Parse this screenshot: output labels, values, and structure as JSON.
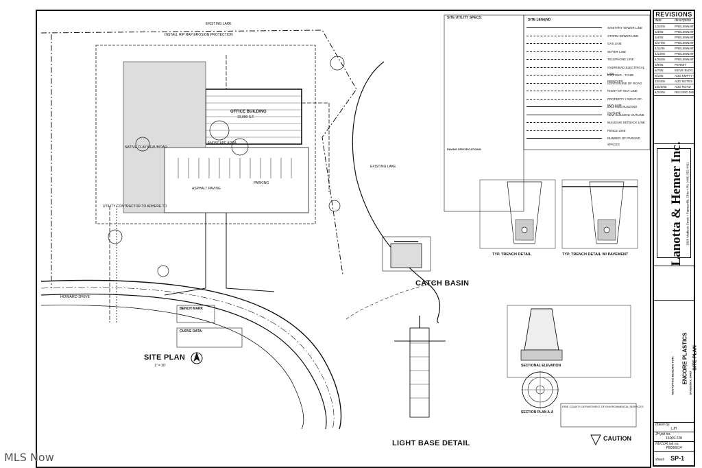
{
  "watermark": "MLS Now",
  "revisions": {
    "title": "REVISIONS",
    "headers": [
      "date",
      "description"
    ],
    "rows": [
      [
        "1/22/05",
        "PRELIMINARY"
      ],
      [
        "2/3/05",
        "PRELIMINARY"
      ],
      [
        "3/4/05",
        "PRELIMINARY"
      ],
      [
        "3/17/05",
        "PRELIMINARY"
      ],
      [
        "4/11/05",
        "PRELIMINARY"
      ],
      [
        "4/13/05",
        "PRELIMINARY"
      ],
      [
        "4/25/05",
        "PRELIMINARY"
      ],
      [
        "5/9/05",
        "PERMIT"
      ],
      [
        "6/7/05",
        "MOVE BLDG."
      ],
      [
        "9/1/05",
        "ADD EMPTY CONDUITS"
      ],
      [
        "10/4/05",
        "ADD NOTES"
      ],
      [
        "10/20/05",
        "ADD ROAD"
      ],
      [
        "4/24/06",
        "RECORD DWG."
      ]
    ]
  },
  "firm": {
    "name": "Lanotta & Hemer Inc.",
    "address": "1090 Madison Street • Painesville, Ohio • Ph: (440) 352-4411"
  },
  "project": {
    "prefix": "NEW OFFICE BUILDING FOR:",
    "client": "ENCORE PLASTICS",
    "address": "SANDUSKY, OHIO",
    "sheet_title": "SITE PLAN"
  },
  "title_block": {
    "drawn_by_label": "drawn by:",
    "drawn_by": "LJH",
    "job_no_label": "JH job no.",
    "job_no": "15009-228",
    "nucor_label": "NUCOR job no.",
    "nucor_no": "P8006614",
    "sheet_label": "sheet:",
    "sheet": "SP-1"
  },
  "drawing": {
    "site_plan_title": "SITE PLAN",
    "site_plan_scale": "1\" = 30'",
    "office_building": "OFFICE BUILDING",
    "office_area": "13,000 S.F.",
    "catch_basin": "CATCH BASIN",
    "light_base_detail": "LIGHT BASE DETAIL",
    "trench_detail": "TYP. TRENCH DETAIL",
    "trench_detail_pavement": "TYP. TRENCH DETAIL W/ PAVEMENT",
    "section_elevation": "SECTIONAL ELEVATION",
    "section_plan": "SECTION PLAN A-A",
    "caution": "CAUTION",
    "howard_drive": "HOWARD DRIVE",
    "existing_lake": "EXISTING LAKE",
    "bench_mark": "BENCH MARK",
    "curve_data": "CURVE DATA:",
    "site_utility_specs": "SITE UTILITY SPECS:",
    "paving_specs": "PAVING SPECIFICATIONS:",
    "site_legend": "SITE LEGEND",
    "landscape_area": "LANDSCAPE AREA",
    "asphalt_paving": "ASPHALT PAVING",
    "parking": "PARKING",
    "native_clay": "NATIVE CLAY BEAUMOAD",
    "utility_contractor": "UTILITY CONTRACTOR TO ADHERE TO",
    "install_rip_rap": "INSTALL RIP RAP EROSION PROTECTION",
    "erie_county": "ERIE COUNTY DEPARTMENT OF ENVIRONMENTAL SERVICES"
  },
  "legend_items": [
    "SANITARY SEWER LINE",
    "STORM SEWER LINE",
    "GAS LINE",
    "WATER LINE",
    "TELEPHONE LINE",
    "OVERHEAD ELECTRICAL LINE",
    "EXISTING - TO BE REMOVED",
    "CENTERLINE OF ROAD",
    "RIGHT-OF-WAY LINE",
    "PROPERTY / RIGHT-OF-WAY LINE",
    "EXISTING BUILDING OUTLINE",
    "NEW BUILDING OUTLINE",
    "BUILDING SETBACK LINE",
    "FENCE LINE",
    "NUMBER OF PARKING SPACES"
  ]
}
